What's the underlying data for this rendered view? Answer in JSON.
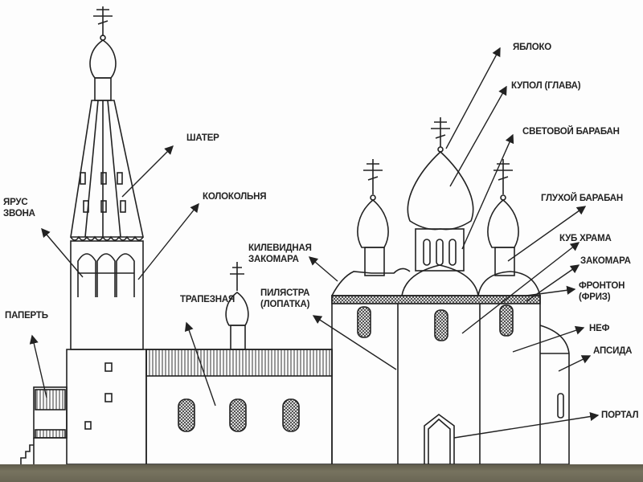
{
  "title": "Church architecture elements diagram",
  "labels": {
    "yabloko": "ЯБЛОКО",
    "kupol": "КУПОЛ (ГЛАВА)",
    "svetovoy_baraban": "СВЕТОВОЙ БАРАБАН",
    "glukhoy_baraban": "ГЛУХОЙ БАРАБАН",
    "kub_khrama": "КУБ ХРАМА",
    "zakomara": "ЗАКОМАРА",
    "fronton_1": "ФРОНТОН",
    "fronton_2": "(ФРИЗ)",
    "nef": "НЕФ",
    "apsida": "АПСИДА",
    "portal": "ПОРТАЛ",
    "shater": "ШАТЕР",
    "yarus_1": "ЯРУС",
    "yarus_2": "ЗВОНА",
    "kolokolnya": "КОЛОКОЛЬНЯ",
    "kilevidnaya_1": "КИЛЕВИДНАЯ",
    "kilevidnaya_2": "ЗАКОМАРА",
    "pilyastra_1": "ПИЛЯСТРА",
    "pilyastra_2": "(ЛОПАТКА)",
    "trapeznaya": "ТРАПЕЗНАЯ",
    "papert": "ПАПЕРТЬ"
  },
  "colors": {
    "line": "#222222",
    "ground": "#6a6654"
  }
}
